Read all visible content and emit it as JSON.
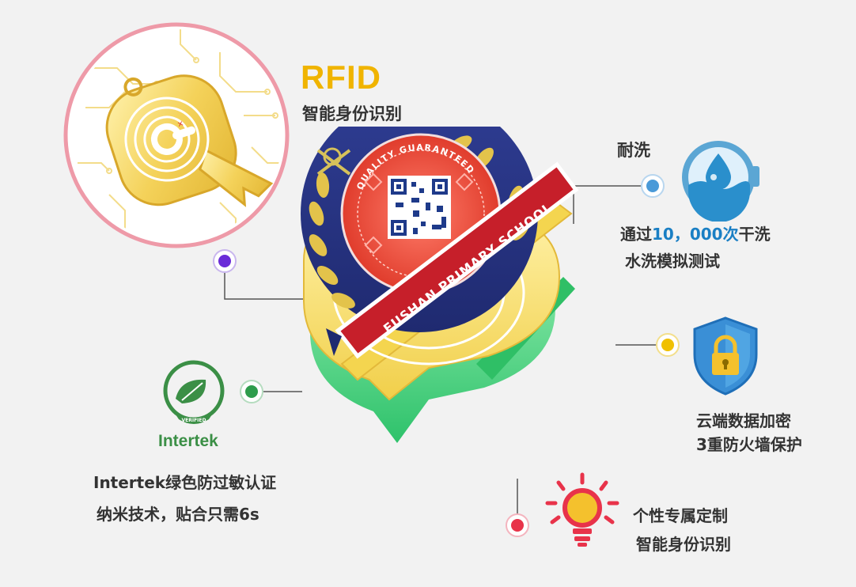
{
  "rfid": {
    "title": "RFID",
    "subtitle": "智能身份识别"
  },
  "badge": {
    "ring_text": "QUALITY GUARANTEED",
    "ribbon_text": "FUSHAN PRIMARY SCHOOL"
  },
  "wash": {
    "title": "耐洗",
    "line1_prefix": "通过",
    "line1_number": "10，000次",
    "line1_suffix": "干洗",
    "line2": "水洗模拟测试"
  },
  "security": {
    "line1": "云端数据加密",
    "line2": "3重防火墙保护"
  },
  "intertek": {
    "logo_text": "VERIFIED",
    "brand": "Intertek",
    "line1": "Intertek绿色防过敏认证",
    "line2": "纳米技术，贴合只需6s"
  },
  "custom": {
    "line1": "个性专属定制",
    "line2": "智能身份识别"
  },
  "colors": {
    "rfid_yellow": "#f0b400",
    "wash_blue": "#1a7fc4",
    "purple_dot": "#6a2bd8",
    "green_dot": "#2e9c4c",
    "yellow_dot": "#f0c000",
    "red_dot": "#e8334a",
    "pink_ring": "#ee9aa8"
  }
}
